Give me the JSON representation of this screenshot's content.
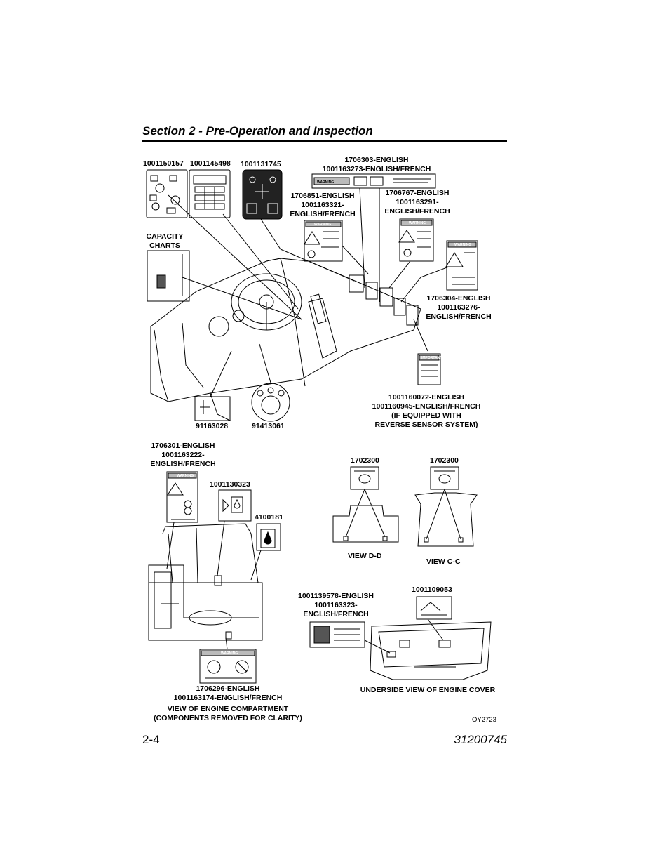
{
  "header": {
    "title": "Section 2 - Pre-Operation and Inspection"
  },
  "labels": {
    "l1001150157": "1001150157",
    "l1001145498": "1001145498",
    "l1001131745": "1001131745",
    "l1706303": "1706303-ENGLISH\n1001163273-ENGLISH/FRENCH",
    "l1706851": "1706851-ENGLISH\n1001163321-\nENGLISH/FRENCH",
    "l1706767": "1706767-ENGLISH\n1001163291-\nENGLISH/FRENCH",
    "capacity": "CAPACITY\nCHARTS",
    "l1706304": "1706304-ENGLISH\n1001163276-\nENGLISH/FRENCH",
    "l1001160072": "1001160072-ENGLISH\n1001160945-ENGLISH/FRENCH\n(IF EQUIPPED WITH\nREVERSE SENSOR SYSTEM)",
    "l91163028": "91163028",
    "l91413061": "91413061",
    "l1706301": "1706301-ENGLISH\n1001163222-\nENGLISH/FRENCH",
    "l1001130323": "1001130323",
    "l4100181": "4100181",
    "l1702300a": "1702300",
    "l1702300b": "1702300",
    "view_dd": "VIEW D-D",
    "view_cc": "VIEW C-C",
    "l1001139578": "1001139578-ENGLISH\n1001163323-\nENGLISH/FRENCH",
    "l1001109053": "1001109053",
    "l1706296": "1706296-ENGLISH\n1001163174-ENGLISH/FRENCH",
    "engine_compartment": "VIEW OF ENGINE COMPARTMENT\n(COMPONENTS REMOVED FOR CLARITY)",
    "underside": "UNDERSIDE VIEW OF ENGINE COVER"
  },
  "decal_text": {
    "warning": "WARNING",
    "important": "IMPORTANT"
  },
  "figure_id": "OY2723",
  "footer": {
    "page": "2-4",
    "doc_number": "31200745"
  }
}
